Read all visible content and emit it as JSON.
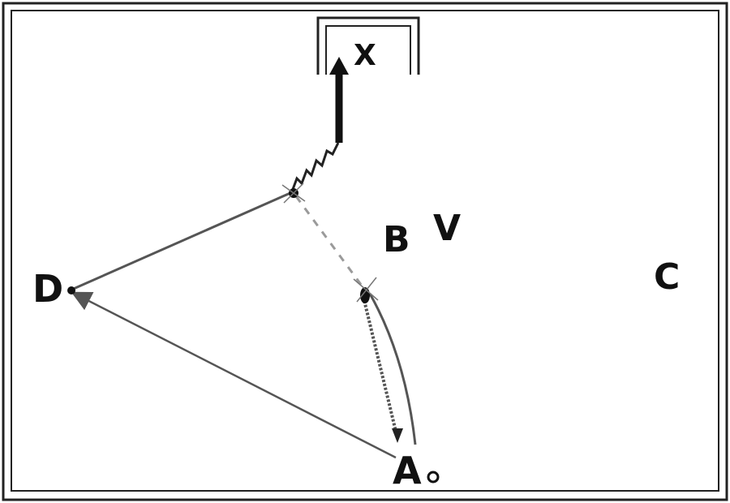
{
  "labels": {
    "x": "X",
    "b": "B",
    "v": "V",
    "c": "C",
    "d": "D",
    "a": "A"
  },
  "colors": {
    "ink": "#111111",
    "line": "#555555",
    "dashed": "#9a9a9a",
    "frame": "#222222"
  },
  "icons": {
    "node_marker": "black-dot",
    "arrowhead": "filled-triangle"
  }
}
